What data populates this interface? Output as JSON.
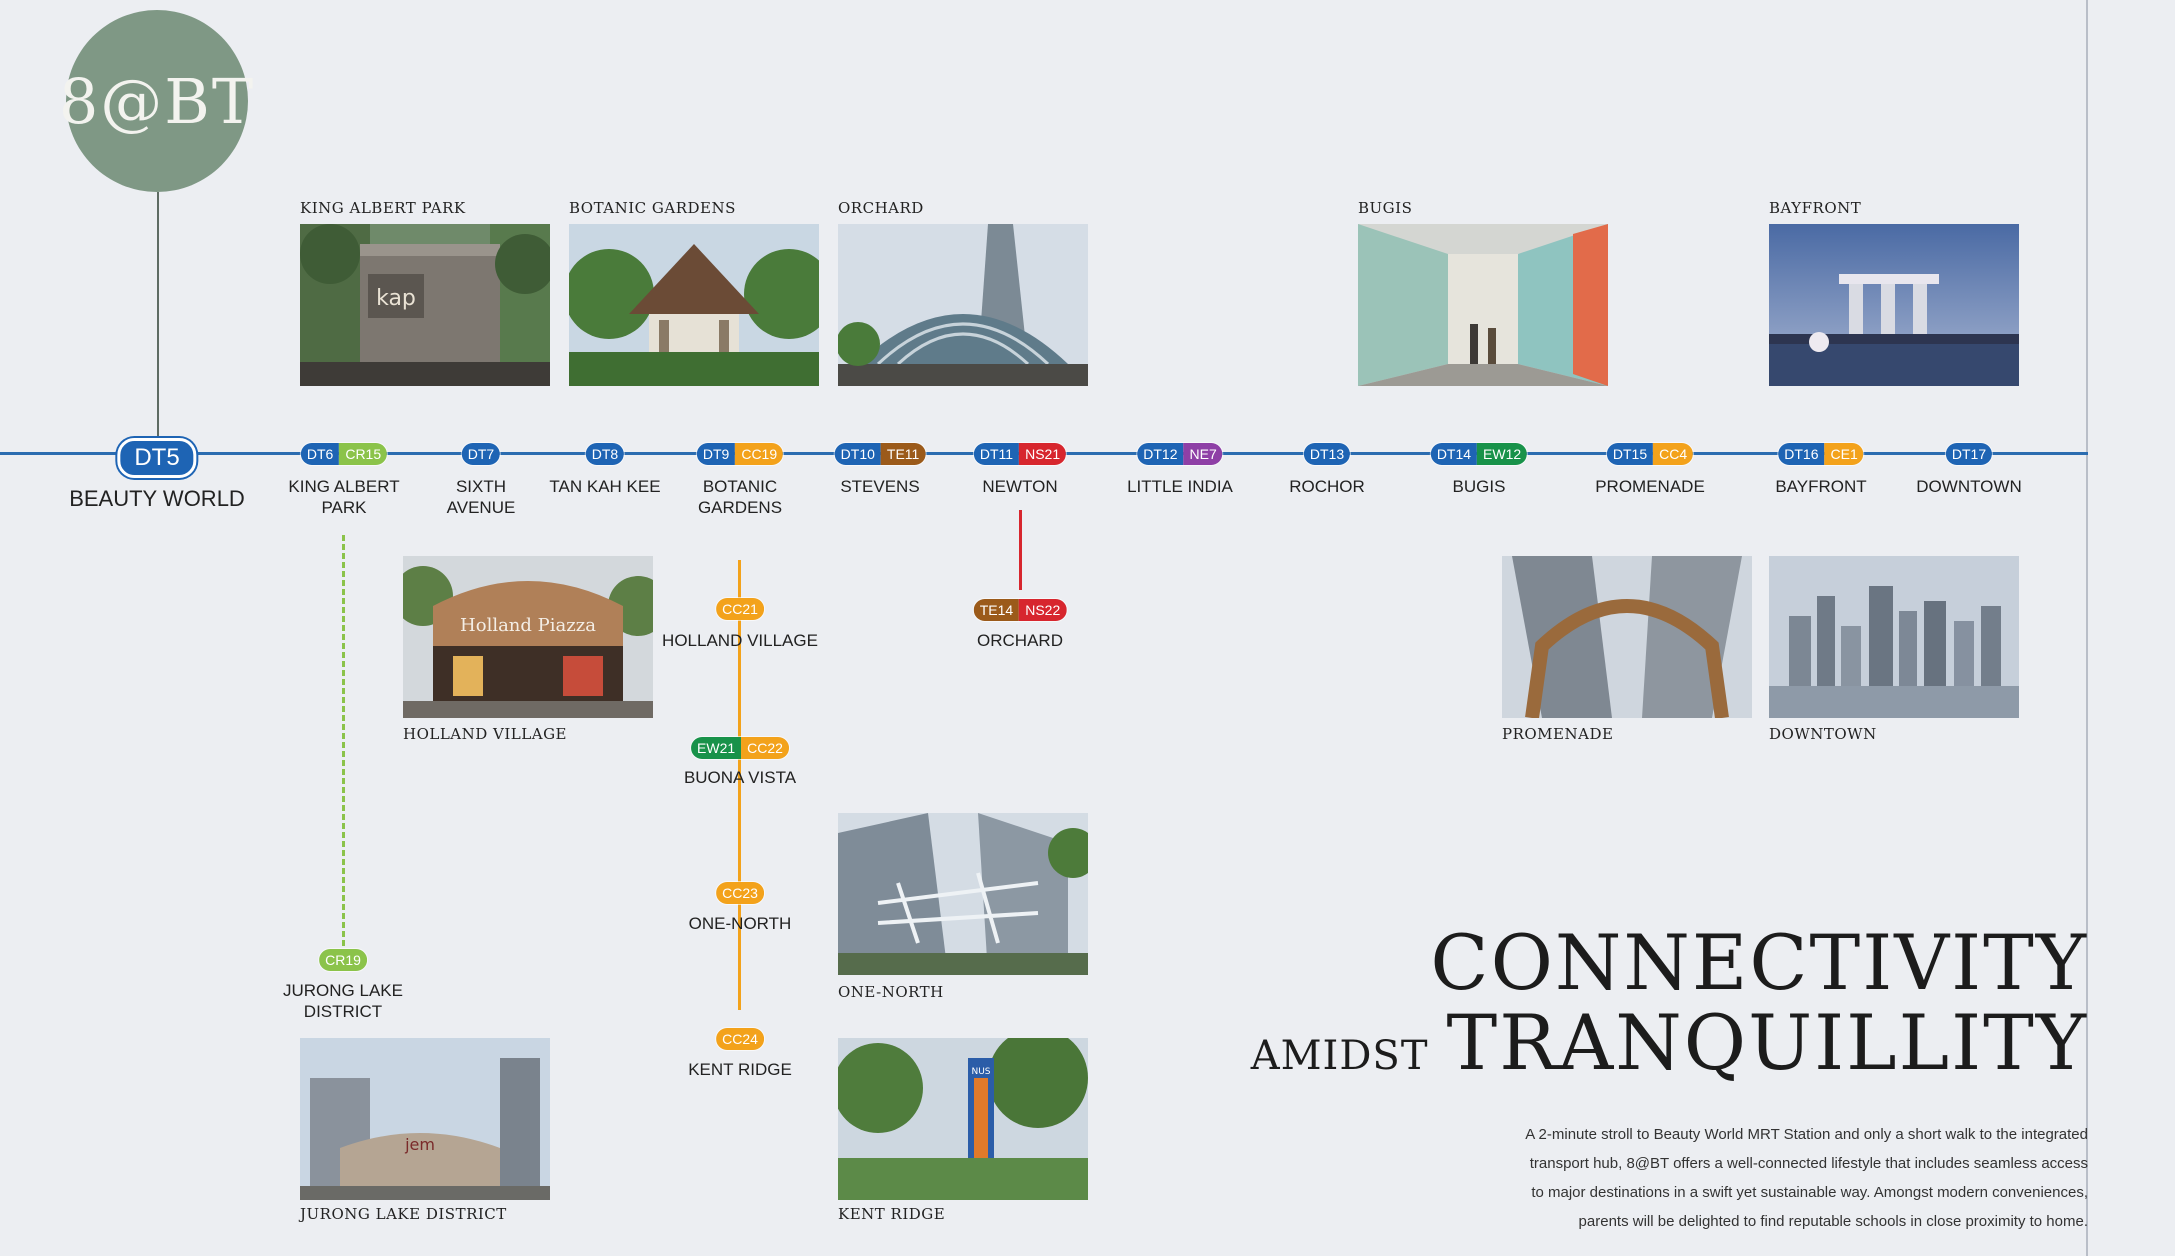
{
  "brand": {
    "logo_text": "8@BT",
    "color": "#7f9885"
  },
  "colors": {
    "DT": "#1e64b4",
    "CR": "#8bc34a",
    "CC": "#f3a21b",
    "TE": "#9b5a1a",
    "NS": "#d7262e",
    "NE": "#8e3fa6",
    "EW": "#18924a",
    "CE": "#f3a21b"
  },
  "origin": {
    "code": "DT5",
    "name": "BEAUTY WORLD"
  },
  "stations": [
    {
      "codes": [
        "DT6",
        "CR15"
      ],
      "name1": "KING ALBERT",
      "name2": "PARK"
    },
    {
      "codes": [
        "DT7"
      ],
      "name1": "SIXTH",
      "name2": "AVENUE"
    },
    {
      "codes": [
        "DT8"
      ],
      "name1": "TAN KAH KEE",
      "name2": ""
    },
    {
      "codes": [
        "DT9",
        "CC19"
      ],
      "name1": "BOTANIC",
      "name2": "GARDENS"
    },
    {
      "codes": [
        "DT10",
        "TE11"
      ],
      "name1": "STEVENS",
      "name2": ""
    },
    {
      "codes": [
        "DT11",
        "NS21"
      ],
      "name1": "NEWTON",
      "name2": ""
    },
    {
      "codes": [
        "DT12",
        "NE7"
      ],
      "name1": "LITTLE INDIA",
      "name2": ""
    },
    {
      "codes": [
        "DT13"
      ],
      "name1": "ROCHOR",
      "name2": ""
    },
    {
      "codes": [
        "DT14",
        "EW12"
      ],
      "name1": "BUGIS",
      "name2": ""
    },
    {
      "codes": [
        "DT15",
        "CC4"
      ],
      "name1": "PROMENADE",
      "name2": ""
    },
    {
      "codes": [
        "DT16",
        "CE1"
      ],
      "name1": "BAYFRONT",
      "name2": ""
    },
    {
      "codes": [
        "DT17"
      ],
      "name1": "DOWNTOWN",
      "name2": ""
    }
  ],
  "branches": {
    "cr": {
      "codes": [
        "CR19"
      ],
      "name1": "JURONG LAKE",
      "name2": "DISTRICT"
    },
    "cc": [
      {
        "codes": [
          "CC21"
        ],
        "name1": "HOLLAND VILLAGE"
      },
      {
        "codes": [
          "EW21",
          "CC22"
        ],
        "name1": "BUONA VISTA"
      },
      {
        "codes": [
          "CC23"
        ],
        "name1": "ONE-NORTH"
      },
      {
        "codes": [
          "CC24"
        ],
        "name1": "KENT RIDGE"
      }
    ],
    "ns": {
      "codes": [
        "TE14",
        "NS22"
      ],
      "name1": "ORCHARD"
    }
  },
  "photos": {
    "king_albert_park": "KING ALBERT PARK",
    "botanic_gardens": "BOTANIC GARDENS",
    "orchard": "ORCHARD",
    "bugis": "BUGIS",
    "bayfront": "BAYFRONT",
    "holland_village": "HOLLAND VILLAGE",
    "promenade": "PROMENADE",
    "downtown": "DOWNTOWN",
    "one_north": "ONE-NORTH",
    "jurong_lake_district": "JURONG LAKE DISTRICT",
    "kent_ridge": "KENT RIDGE"
  },
  "sign_texts": {
    "kap": "kap",
    "holland_piazza": "Holland Piazza",
    "jem": "jem",
    "nus": "NUS"
  },
  "heading": {
    "line1": "CONNECTIVITY",
    "line2_small": "AMIDST",
    "line2_large": "TRANQUILLITY"
  },
  "description": {
    "lines": [
      "A 2-minute stroll to Beauty World MRT Station and only a short walk to the integrated",
      "transport hub, 8@BT offers a well-connected lifestyle that includes seamless access",
      "to major destinations in a swift yet sustainable way. Amongst modern conveniences,",
      "parents will be delighted to find reputable schools in close proximity to home."
    ]
  }
}
